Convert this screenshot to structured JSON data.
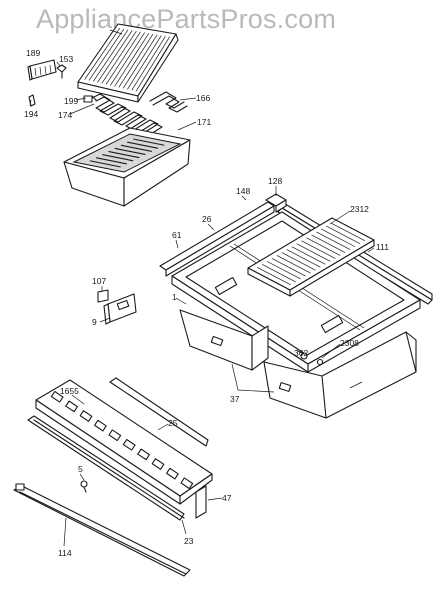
{
  "watermark": "AppliancePartsPros.com",
  "callouts": [
    {
      "id": "189",
      "text": "189"
    },
    {
      "id": "153",
      "text": "153"
    },
    {
      "id": "194",
      "text": "194"
    },
    {
      "id": "199",
      "text": "199"
    },
    {
      "id": "174",
      "text": "174"
    },
    {
      "id": "166",
      "text": "166"
    },
    {
      "id": "171",
      "text": "171"
    },
    {
      "id": "148",
      "text": "148"
    },
    {
      "id": "128",
      "text": "128"
    },
    {
      "id": "26",
      "text": "26"
    },
    {
      "id": "2312",
      "text": "2312"
    },
    {
      "id": "61",
      "text": "61"
    },
    {
      "id": "111",
      "text": "111"
    },
    {
      "id": "107",
      "text": "107"
    },
    {
      "id": "9",
      "text": "9"
    },
    {
      "id": "1",
      "text": "1"
    },
    {
      "id": "2308",
      "text": "2308"
    },
    {
      "id": "362",
      "text": "362"
    },
    {
      "id": "37",
      "text": "37"
    },
    {
      "id": "1655",
      "text": "1655"
    },
    {
      "id": "25",
      "text": "25"
    },
    {
      "id": "5",
      "text": "5"
    },
    {
      "id": "47",
      "text": "47"
    },
    {
      "id": "23",
      "text": "23"
    },
    {
      "id": "114",
      "text": "114"
    }
  ]
}
